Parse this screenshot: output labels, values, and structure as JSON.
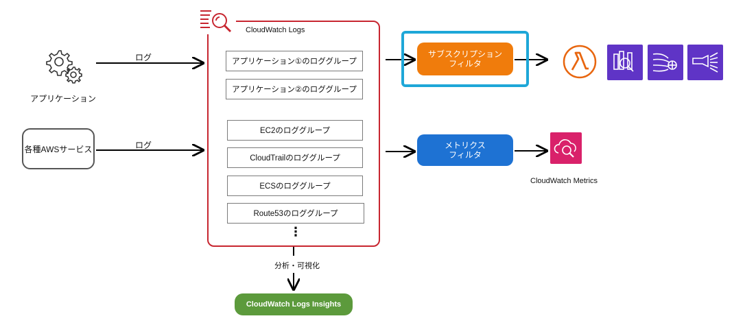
{
  "sources": {
    "application_label": "アプリケーション",
    "aws_services_label": "各種AWSサービス",
    "log_label_1": "ログ",
    "log_label_2": "ログ"
  },
  "cloudwatch_logs": {
    "title": "CloudWatch Logs",
    "log_groups": [
      "アプリケーション①のロググループ",
      "アプリケーション②のロググループ",
      "EC2のロググループ",
      "CloudTrailのロググループ",
      "ECSのロググループ",
      "Route53のロググループ"
    ],
    "ellipsis": "⋮"
  },
  "filters": {
    "subscription_filter": "サブスクリプション\nフィルタ",
    "metrics_filter": "メトリクス\nフィルタ"
  },
  "destinations": {
    "subscription_targets": [
      "lambda-icon",
      "opensearch-icon",
      "kinesis-data-streams-icon",
      "kinesis-firehose-icon"
    ],
    "metrics_label": "CloudWatch Metrics"
  },
  "analysis": {
    "arrow_label": "分析・可視化",
    "insights_label": "CloudWatch Logs Insights"
  },
  "colors": {
    "logs_border": "#c7252f",
    "subscription_fill": "#f07c0c",
    "subscription_highlight": "#1ea7d8",
    "metrics_fill": "#1e72d3",
    "insights_fill": "#5c9a3c",
    "purple_icon": "#5f34c6",
    "pink_icon": "#d9216a",
    "lambda_orange": "#e8660f"
  }
}
